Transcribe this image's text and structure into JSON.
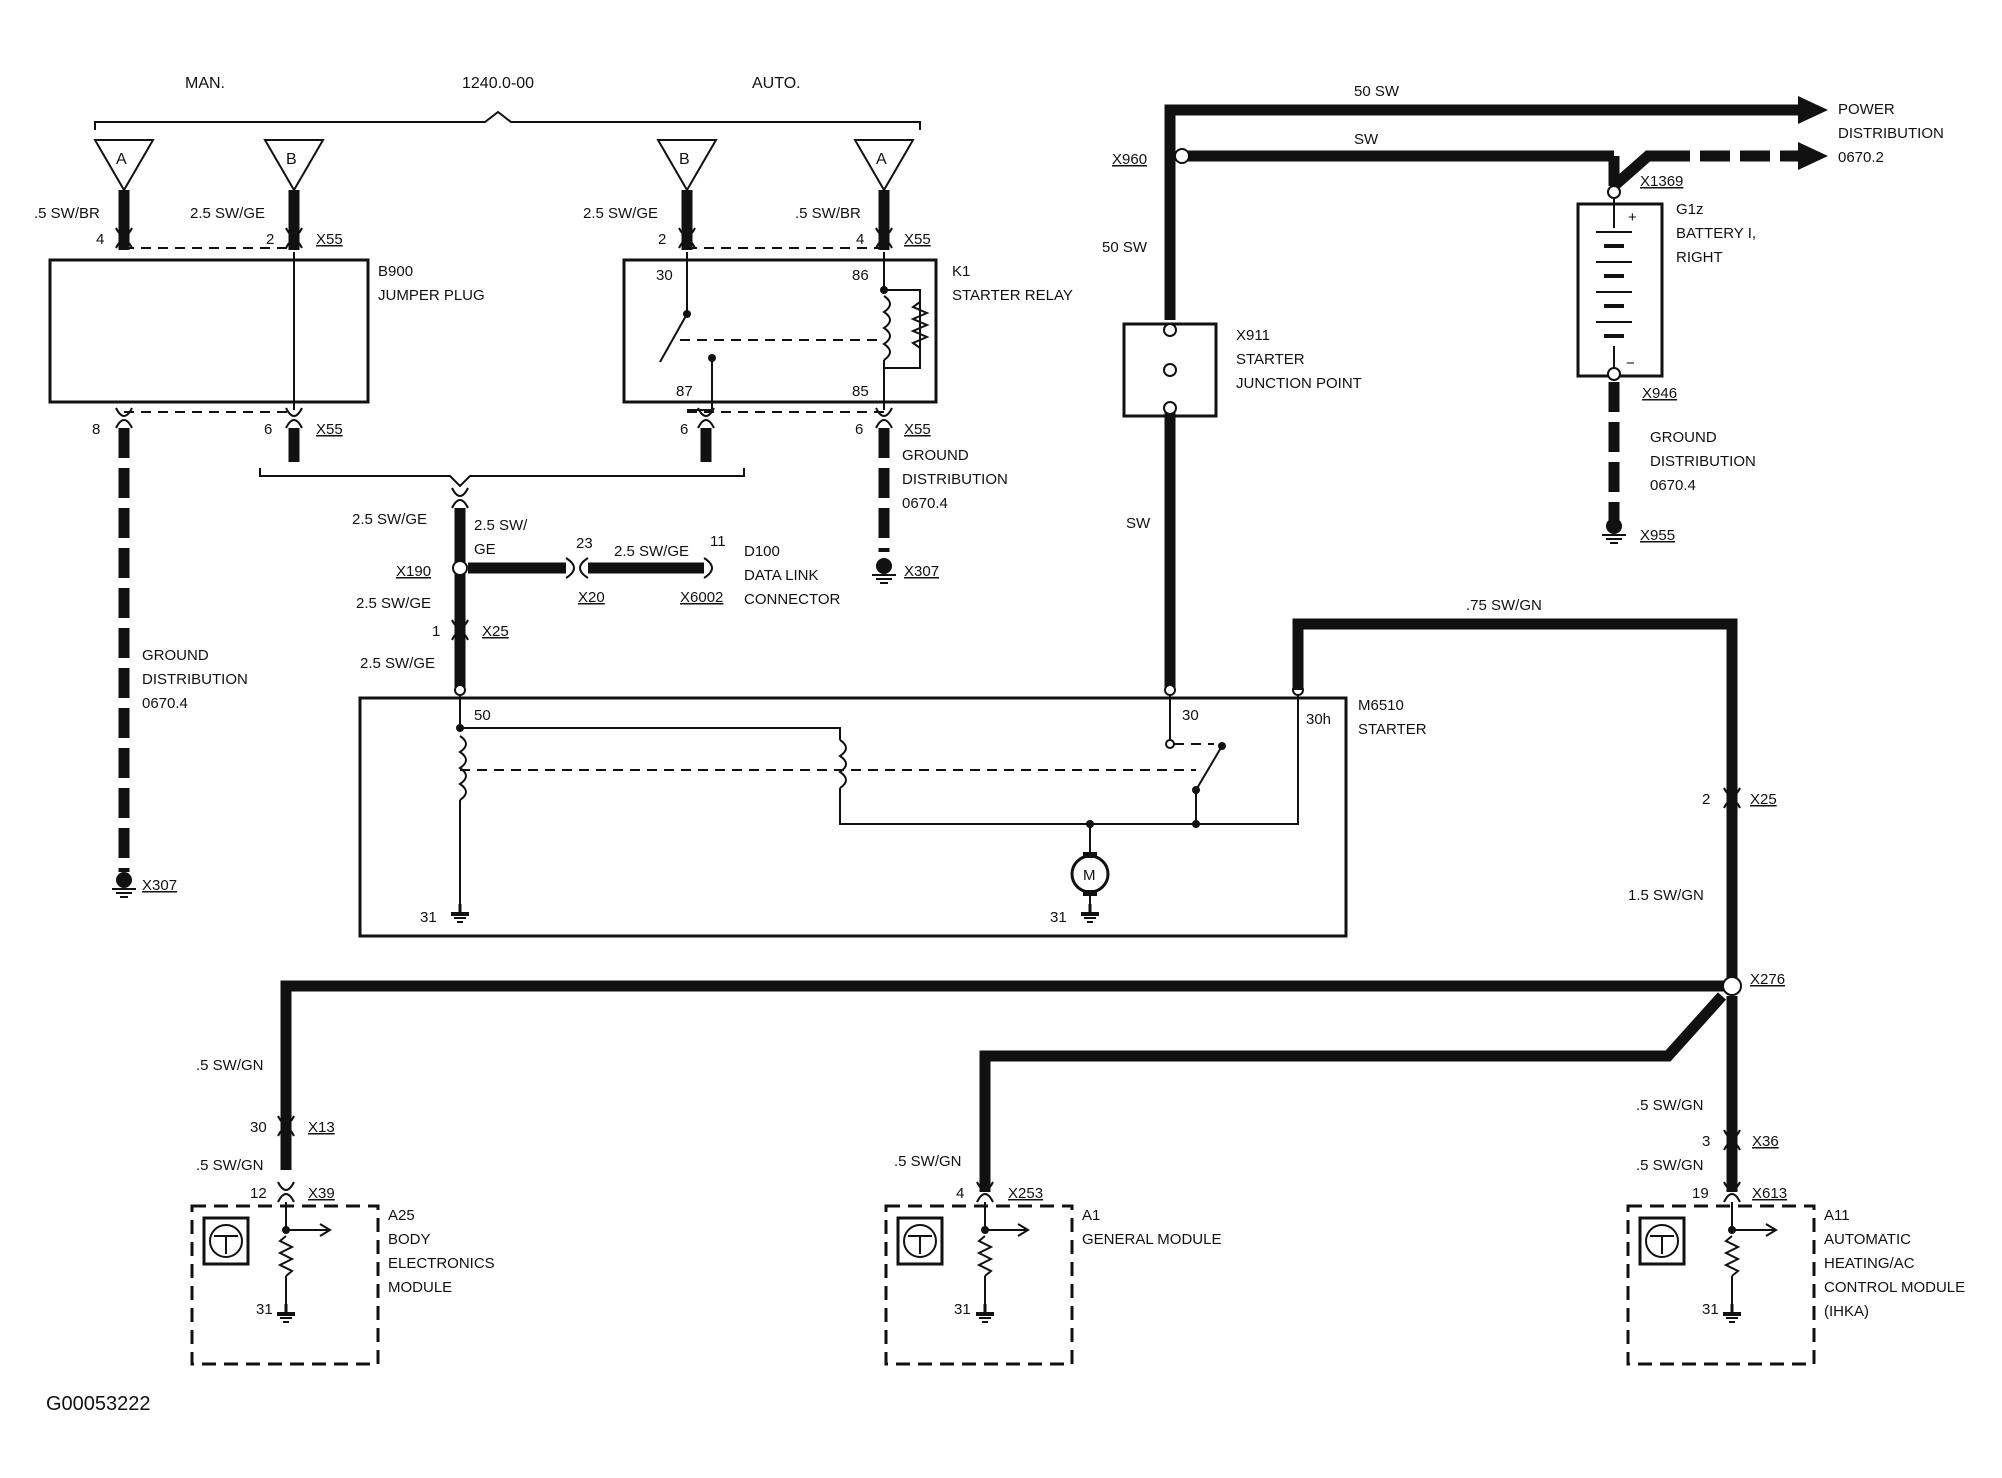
{
  "header": {
    "man": "MAN.",
    "code": "1240.0-00",
    "auto": "AUTO."
  },
  "footer": {
    "figure_id": "G00053222"
  },
  "left_plugs": {
    "a_letter": "A",
    "a_wire": ".5 SW/BR",
    "a_pin": "4",
    "b_letter": "B",
    "b_wire": "2.5 SW/GE",
    "b_pin": "2",
    "b_conn": "X55"
  },
  "right_plugs": {
    "b_letter": "B",
    "b_wire": "2.5 SW/GE",
    "b_pin": "2",
    "a_letter": "A",
    "a_wire": ".5 SW/BR",
    "a_pin": "4",
    "a_conn": "X55"
  },
  "b900": {
    "id": "B900",
    "name": "JUMPER PLUG",
    "pin_left": "8",
    "pin_right": "6",
    "conn_bottom": "X55",
    "ground_lines": [
      "GROUND",
      "DISTRIBUTION",
      "0670.4"
    ],
    "ground_conn": "X307"
  },
  "k1": {
    "id": "K1",
    "name": "STARTER RELAY",
    "pin30": "30",
    "pin86": "86",
    "pin87": "87",
    "pin85": "85",
    "pin_left": "6",
    "pin_right": "6",
    "conn_bottom": "X55",
    "ground_lines": [
      "GROUND",
      "DISTRIBUTION",
      "0670.4"
    ],
    "ground_conn": "X307"
  },
  "mid": {
    "wire_top": "2.5 SW/GE",
    "branch_wire_l1": "2.5 SW/",
    "branch_wire_l2": "GE",
    "node": "X190",
    "pin23": "23",
    "link_wire": "2.5 SW/GE",
    "pin11": "11",
    "conn_x20": "X20",
    "conn_x6002": "X6002",
    "d100_lines": [
      "D100",
      "DATA LINK",
      "CONNECTOR"
    ],
    "wire_mid": "2.5 SW/GE",
    "pin1": "1",
    "conn_x25": "X25",
    "wire_bottom": "2.5 SW/GE"
  },
  "power": {
    "wire_50sw": "50 SW",
    "wire_sw": "SW",
    "node": "X960",
    "dest_lines": [
      "POWER",
      "DISTRIBUTION",
      "0670.2"
    ],
    "wire_vertical": "50 SW",
    "wire_lower": "SW"
  },
  "x911": {
    "id": "X911",
    "lines": [
      "STARTER",
      "JUNCTION POINT"
    ]
  },
  "battery": {
    "node": "X1369",
    "id": "G1z",
    "lines": [
      "BATTERY I,",
      "RIGHT"
    ],
    "plus": "+",
    "minus": "−",
    "conn_bottom": "X946",
    "ground_lines": [
      "GROUND",
      "DISTRIBUTION",
      "0670.4"
    ],
    "ground_conn": "X955"
  },
  "starter": {
    "id": "M6510",
    "name": "STARTER",
    "pin50": "50",
    "pin30": "30",
    "pin30h": "30h",
    "ground_left": "31",
    "ground_motor": "31",
    "motor": "M"
  },
  "right_feed": {
    "wire_top": ".75 SW/GN",
    "pin2": "2",
    "conn_x25": "X25",
    "wire_mid": "1.5 SW/GN",
    "node": "X276"
  },
  "a25": {
    "wire1": ".5 SW/GN",
    "pin30": "30",
    "conn_x13": "X13",
    "wire2": ".5 SW/GN",
    "pin12": "12",
    "conn_x39": "X39",
    "id": "A25",
    "lines": [
      "BODY",
      "ELECTRONICS",
      "MODULE"
    ],
    "ground": "31"
  },
  "a1": {
    "wire": ".5 SW/GN",
    "pin4": "4",
    "conn": "X253",
    "id": "A1",
    "name": "GENERAL MODULE",
    "ground": "31"
  },
  "a11": {
    "wire1": ".5 SW/GN",
    "pin3": "3",
    "conn_x36": "X36",
    "wire2": ".5 SW/GN",
    "pin19": "19",
    "conn_x613": "X613",
    "id": "A11",
    "lines": [
      "AUTOMATIC",
      "HEATING/AC",
      "CONTROL MODULE",
      "(IHKA)"
    ],
    "ground": "31"
  }
}
